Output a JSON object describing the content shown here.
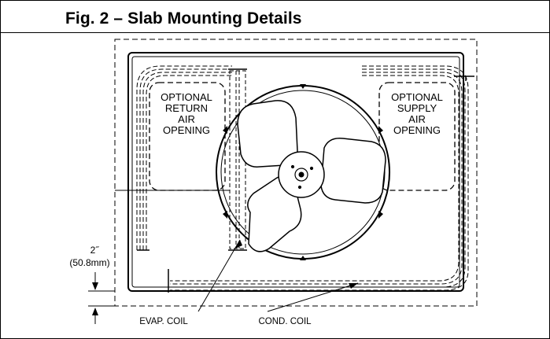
{
  "figure": {
    "title": "Fig. 2 – Slab Mounting Details"
  },
  "labels": {
    "return_line1": "OPTIONAL",
    "return_line2": "RETURN",
    "return_line3": "AIR",
    "return_line4": "OPENING",
    "supply_line1": "OPTIONAL",
    "supply_line2": "SUPPLY",
    "supply_line3": "AIR",
    "supply_line4": "OPENING",
    "dim_value": "2˝",
    "dim_metric": "(50.8mm)",
    "evap_coil": "EVAP. COIL",
    "cond_coil": "COND. COIL"
  }
}
